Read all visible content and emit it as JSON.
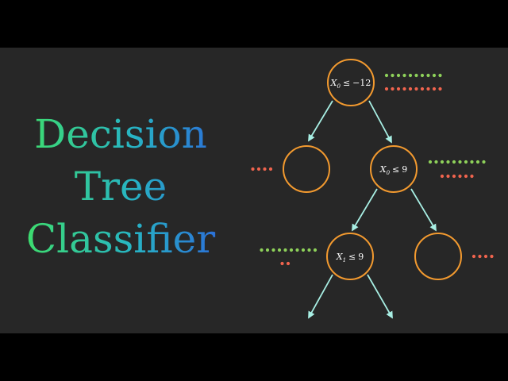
{
  "title": {
    "lines": [
      "Decision",
      "Tree",
      "Classifier"
    ],
    "gradient": [
      "#3ddc6f",
      "#27b4c4",
      "#2b6fd8"
    ]
  },
  "colors": {
    "background": "#272727",
    "letterbox": "#000000",
    "node_stroke": "#f39a2f",
    "edge": "#a8efe4",
    "dot_green": "#8ed15a",
    "dot_red": "#f0644e"
  },
  "nodes": [
    {
      "id": "root",
      "var": "X",
      "sub": "0",
      "op": "≤",
      "value": "−12",
      "has_label": true
    },
    {
      "id": "left-leaf",
      "has_label": false
    },
    {
      "id": "x0-split",
      "var": "X",
      "sub": "0",
      "op": "≤",
      "value": "9",
      "has_label": true
    },
    {
      "id": "x1-split",
      "var": "X",
      "sub": "1",
      "op": "≤",
      "value": "9",
      "has_label": true
    },
    {
      "id": "right-leaf",
      "has_label": false
    }
  ],
  "dot_groups": [
    {
      "node": "root",
      "green": 10,
      "red": 10
    },
    {
      "node": "left-leaf",
      "green": 0,
      "red": 4
    },
    {
      "node": "x0-split",
      "green": 10,
      "red": 6
    },
    {
      "node": "x1-split",
      "green": 10,
      "red": 2
    },
    {
      "node": "right-leaf",
      "green": 0,
      "red": 4
    }
  ]
}
